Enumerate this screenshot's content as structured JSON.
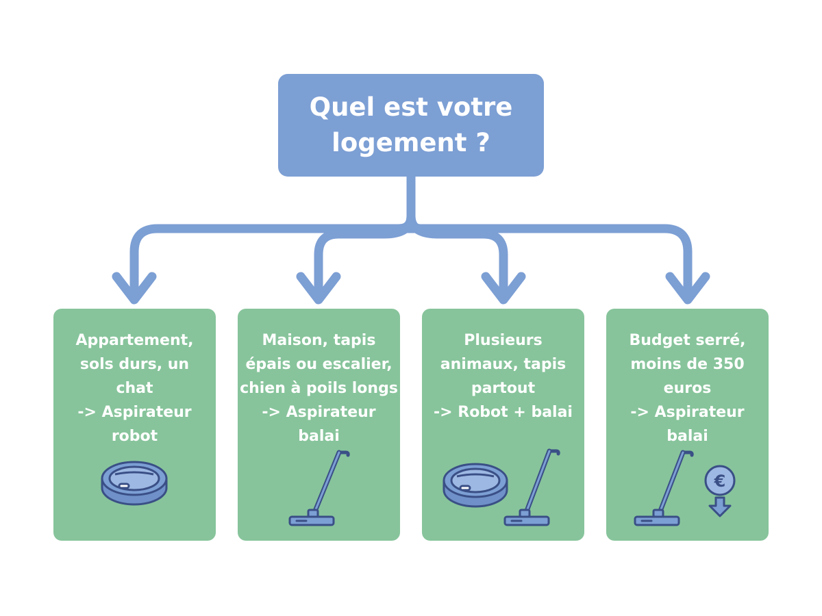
{
  "root": {
    "title": "Quel est votre\nlogement ?"
  },
  "branches": [
    {
      "text": "Appartement,\nsols durs, un\nchat\n-> Aspirateur\nrobot",
      "icons": [
        "robot-vacuum-icon"
      ]
    },
    {
      "text": "Maison, tapis\népais ou escalier,\nchien à poils longs\n-> Aspirateur\nbalai",
      "icons": [
        "stick-vacuum-icon"
      ]
    },
    {
      "text": "Plusieurs\nanimaux, tapis\npartout\n-> Robot + balai",
      "icons": [
        "robot-vacuum-icon",
        "stick-vacuum-icon"
      ]
    },
    {
      "text": "Budget serré,\nmoins de 350\neuros\n-> Aspirateur\nbalai",
      "icons": [
        "stick-vacuum-icon",
        "euro-down-icon"
      ]
    }
  ],
  "colors": {
    "root_fill": "#7c9fd4",
    "connector": "#7c9fd4",
    "card_fill": "#87c49b",
    "icon_stroke": "#3a4f86",
    "icon_fill": "#7c9fd4",
    "text": "#ffffff"
  },
  "icon_glyphs": {
    "euro": "€"
  }
}
